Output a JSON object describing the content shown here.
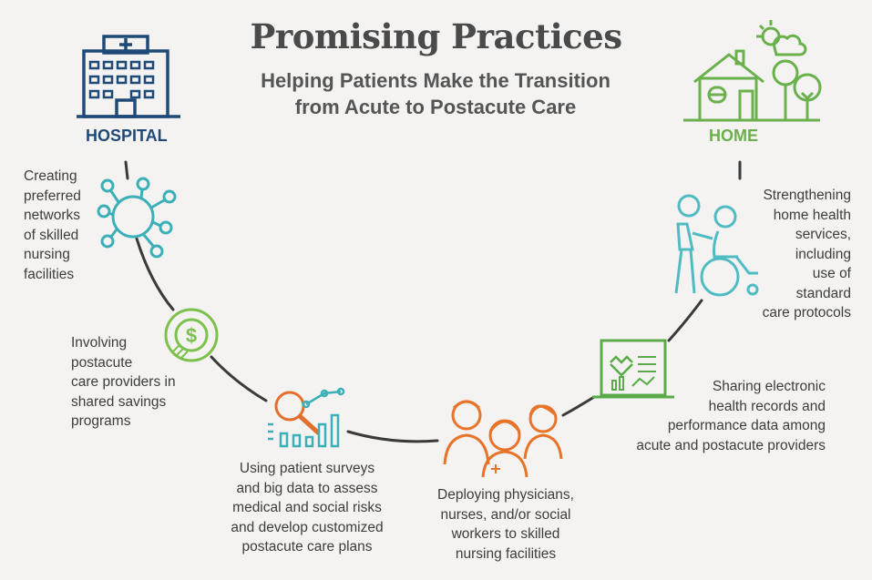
{
  "header": {
    "title": "Promising Practices",
    "subtitle_line1": "Helping Patients Make the Transition",
    "subtitle_line2": "from Acute to Postacute Care"
  },
  "nodes": {
    "hospital": "HOSPITAL",
    "home": "HOME"
  },
  "colors": {
    "hospital": "#1f4a78",
    "home": "#6ab04c",
    "network": "#3bb0b8",
    "savings": "#7cc04e",
    "analytics": "#e36f2c",
    "clinicians": "#e8742a",
    "ehr": "#5aaa4a",
    "wheelchair": "#4fbcc4",
    "path": "#3a3a3a"
  },
  "practices": [
    {
      "icon": "network-icon",
      "lines": [
        "Creating",
        "preferred",
        "networks",
        "of skilled",
        "nursing",
        "facilities"
      ]
    },
    {
      "icon": "savings-icon",
      "lines": [
        "Involving",
        "postacute",
        "care providers in",
        "shared savings",
        "programs"
      ]
    },
    {
      "icon": "analytics-icon",
      "lines": [
        "Using patient surveys",
        "and big data to assess",
        "medical and social risks",
        "and develop customized",
        "postacute care plans"
      ]
    },
    {
      "icon": "clinicians-icon",
      "lines": [
        "Deploying physicians,",
        "nurses, and/or social",
        "workers to skilled",
        "nursing facilities"
      ]
    },
    {
      "icon": "ehr-icon",
      "lines": [
        "Sharing electronic",
        "health records and",
        "performance data among",
        "acute and postacute providers"
      ]
    },
    {
      "icon": "wheelchair-icon",
      "lines": [
        "Strengthening",
        "home health",
        "services,",
        "including",
        "use of",
        "standard",
        "care protocols"
      ]
    }
  ]
}
